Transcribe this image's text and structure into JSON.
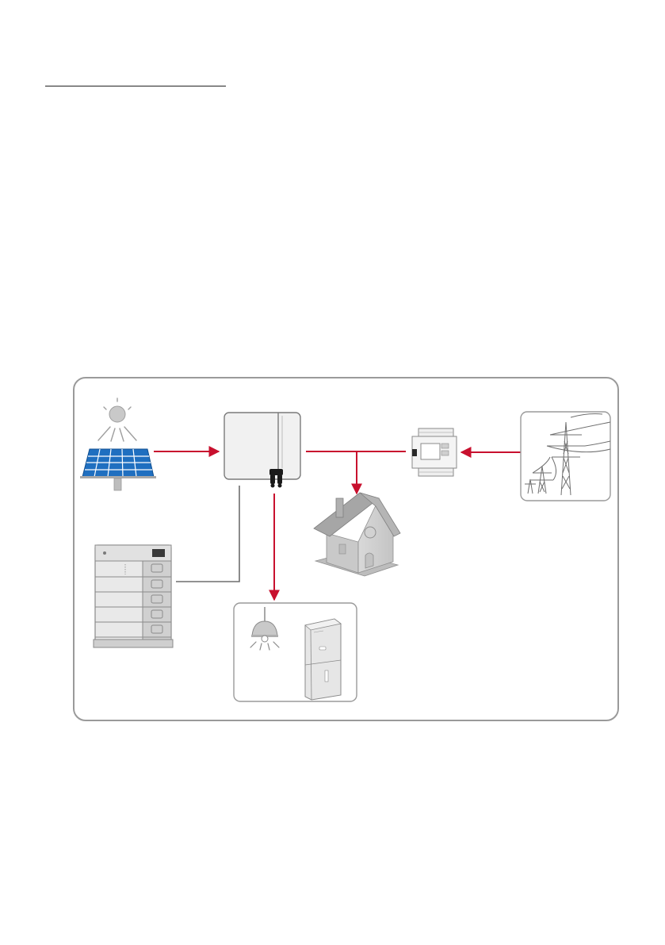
{
  "page": {
    "number": ""
  },
  "diagram": {
    "nodes": [
      {
        "id": "pv-array",
        "label": ""
      },
      {
        "id": "inverter",
        "label": ""
      },
      {
        "id": "smart-meter",
        "label": ""
      },
      {
        "id": "grid",
        "label": ""
      },
      {
        "id": "house-load",
        "label": ""
      },
      {
        "id": "battery",
        "label": ""
      },
      {
        "id": "backup-loads",
        "label": ""
      }
    ],
    "edges": [
      {
        "from": "pv-array",
        "to": "inverter",
        "directed": true
      },
      {
        "from": "grid",
        "to": "smart-meter",
        "directed": true
      },
      {
        "from": "smart-meter",
        "to": "inverter",
        "directed": false
      },
      {
        "from": "smart-meter",
        "to": "house-load",
        "directed": true
      },
      {
        "from": "inverter",
        "to": "backup-loads",
        "directed": true
      },
      {
        "from": "battery",
        "to": "inverter",
        "directed": false
      }
    ],
    "colors": {
      "power_flow": "#c8102e",
      "connection": "#6e6e6e",
      "frame": "#9a9a9a",
      "panel_blue": "#1f6fc0",
      "sun": "#c9c9c9"
    }
  }
}
